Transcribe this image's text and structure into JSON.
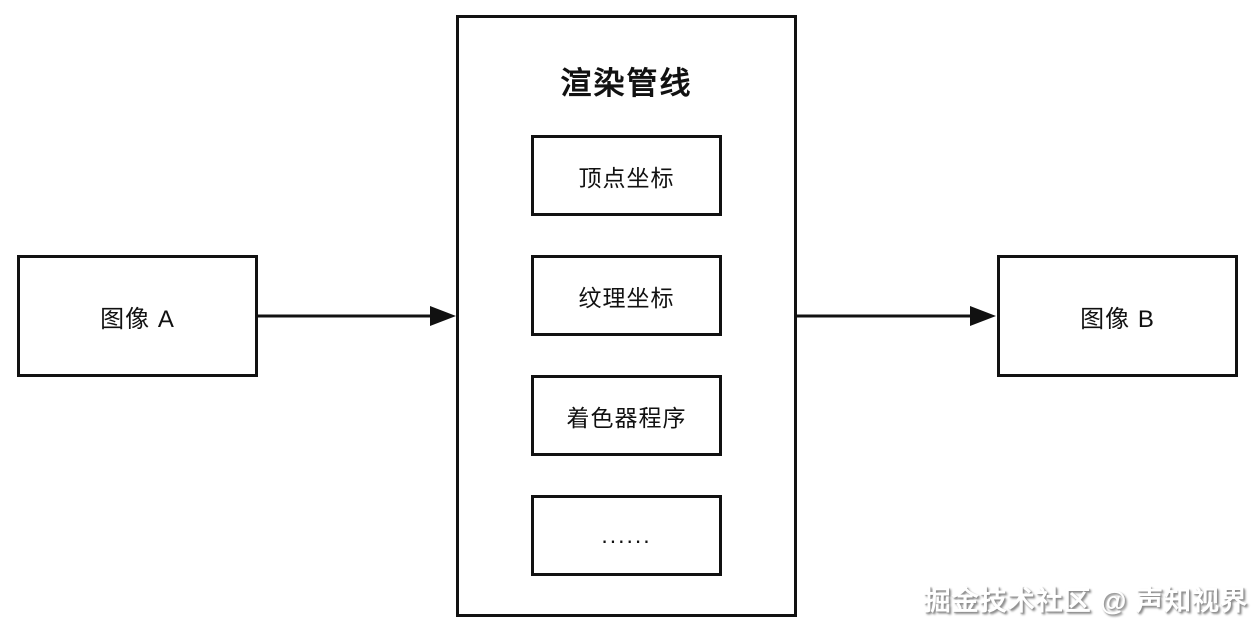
{
  "diagram": {
    "nodes": {
      "image_a": {
        "label": "图像 A"
      },
      "image_b": {
        "label": "图像 B"
      },
      "pipeline": {
        "title": "渲染管线",
        "stages": [
          {
            "label": "顶点坐标"
          },
          {
            "label": "纹理坐标"
          },
          {
            "label": "着色器程序"
          },
          {
            "label": "......"
          }
        ]
      }
    },
    "connections": [
      {
        "from": "image_a",
        "to": "pipeline"
      },
      {
        "from": "pipeline",
        "to": "image_b"
      }
    ],
    "colors": {
      "border": "#111111",
      "background": "#ffffff",
      "watermark_fill": "#ffffff",
      "watermark_shadow": "#8c8c8c"
    },
    "watermark": "掘金技术社区 @ 声知视界"
  }
}
